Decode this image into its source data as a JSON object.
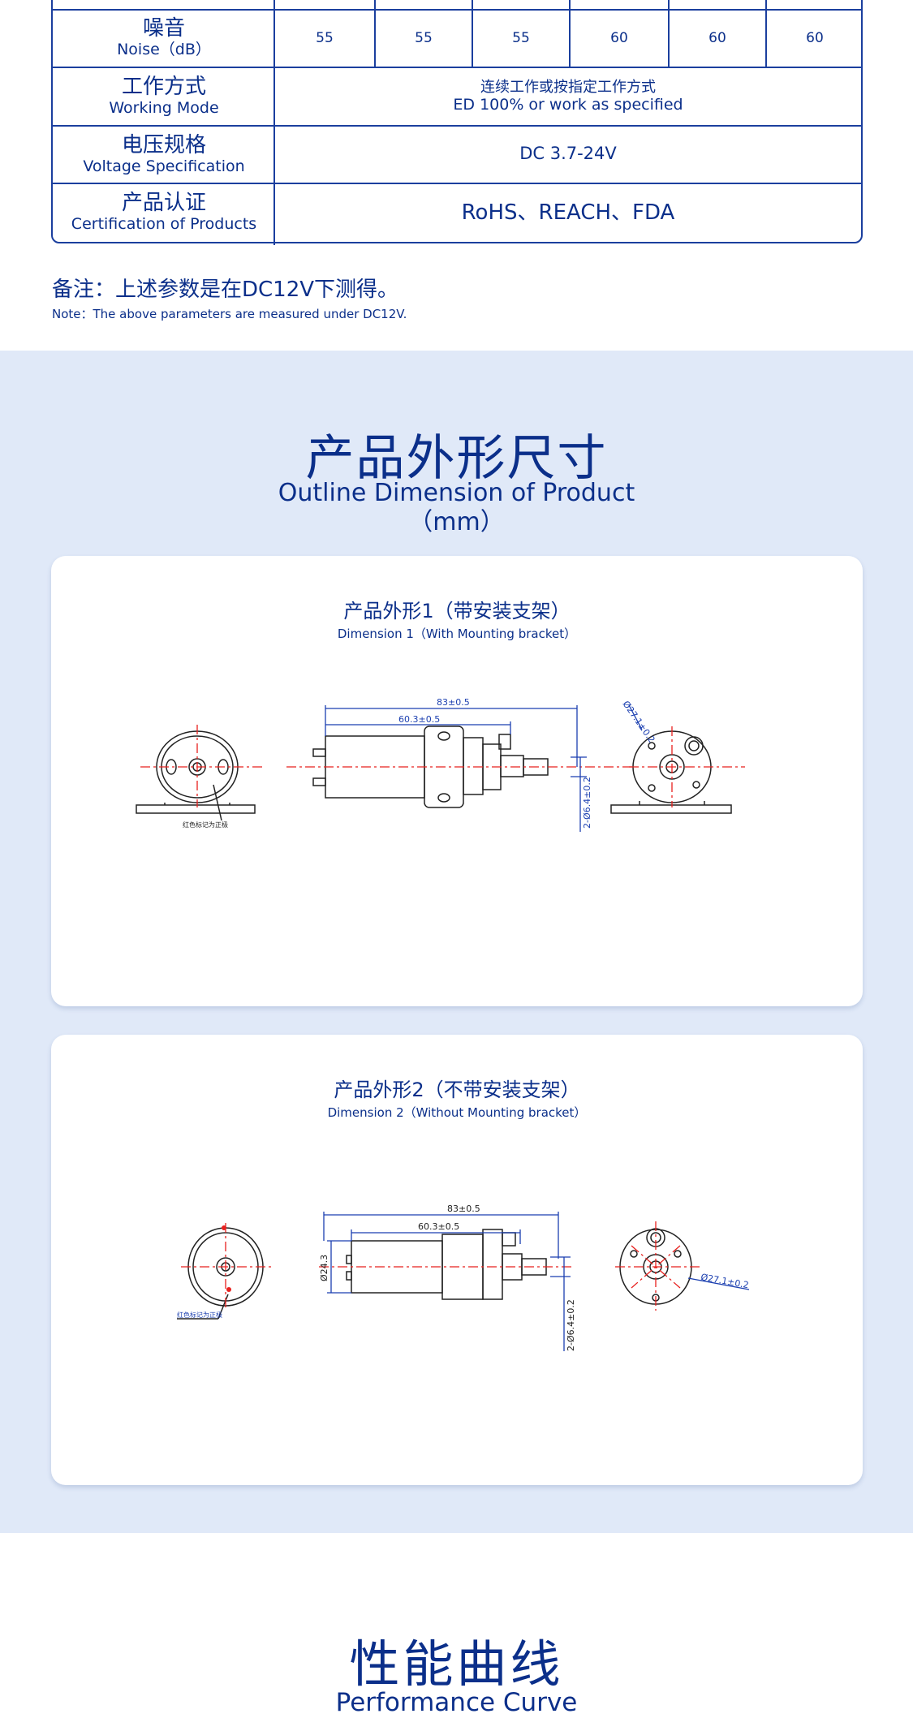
{
  "spec_table": {
    "noise": {
      "label_zh": "噪音",
      "label_en": "Noise（dB）",
      "values": [
        "55",
        "55",
        "55",
        "60",
        "60",
        "60"
      ]
    },
    "working_mode": {
      "label_zh": "工作方式",
      "label_en": "Working Mode",
      "value_zh": "连续工作或按指定工作方式",
      "value_en": "ED 100% or work as specified"
    },
    "voltage": {
      "label_zh": "电压规格",
      "label_en": "Voltage Specification",
      "value": "DC 3.7-24V"
    },
    "certification": {
      "label_zh": "产品认证",
      "label_en": "Certification of Products",
      "value": "RoHS、REACH、FDA"
    }
  },
  "note": {
    "zh": "备注：上述参数是在DC12V下测得。",
    "en": "Note：The above parameters are measured under DC12V."
  },
  "outline": {
    "title_zh": "产品外形尺寸",
    "title_en": "Outline Dimension of Product",
    "unit": "（mm）",
    "cards": [
      {
        "title_zh": "产品外形1（带安装支架）",
        "title_en": "Dimension 1（With Mounting bracket）",
        "dim_total": "83±0.5",
        "dim_body": "60.3±0.5",
        "dim_diameter": "Ø27.1±0.2",
        "dim_holes": "2-Ø6.4±0.2",
        "motor_mark": "红色标记为正极"
      },
      {
        "title_zh": "产品外形2（不带安装支架）",
        "title_en": "Dimension 2（Without Mounting bracket）",
        "dim_total": "83±0.5",
        "dim_body": "60.3±0.5",
        "dim_height": "Ø24.3",
        "dim_diameter": "Ø27.1±0.2",
        "dim_holes": "2-Ø6.4±0.2",
        "motor_mark": "红色标记为正极"
      }
    ]
  },
  "performance": {
    "title_zh": "性能曲线",
    "title_en": "Performance Curve"
  }
}
